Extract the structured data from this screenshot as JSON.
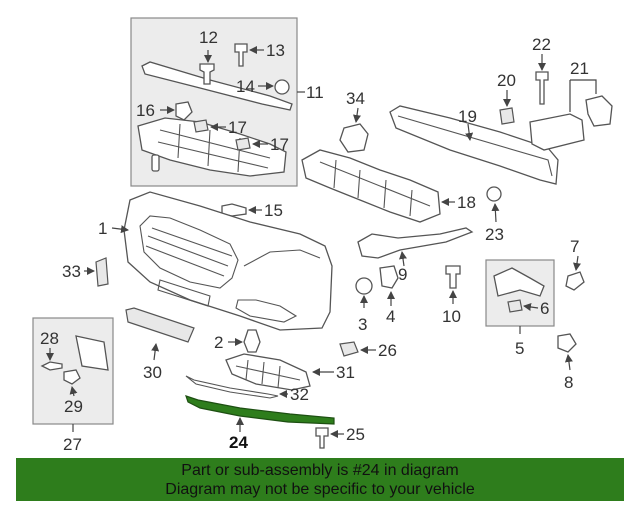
{
  "highlight_color": "#2e7d1c",
  "labels": {
    "l1": "1",
    "l2": "2",
    "l3": "3",
    "l4": "4",
    "l5": "5",
    "l6": "6",
    "l7": "7",
    "l8": "8",
    "l9": "9",
    "l10": "10",
    "l11": "11",
    "l12": "12",
    "l13": "13",
    "l14": "14",
    "l15": "15",
    "l16": "16",
    "l17a": "17",
    "l17b": "17",
    "l18": "18",
    "l19": "19",
    "l20": "20",
    "l21": "21",
    "l22": "22",
    "l23": "23",
    "l24": "24",
    "l25": "25",
    "l26": "26",
    "l27": "27",
    "l28": "28",
    "l29": "29",
    "l30": "30",
    "l31": "31",
    "l32": "32",
    "l33": "33",
    "l34": "34"
  },
  "banner": {
    "line1": "Part or sub-assembly is #24 in diagram",
    "line2": "Diagram may not be specific to your vehicle"
  }
}
